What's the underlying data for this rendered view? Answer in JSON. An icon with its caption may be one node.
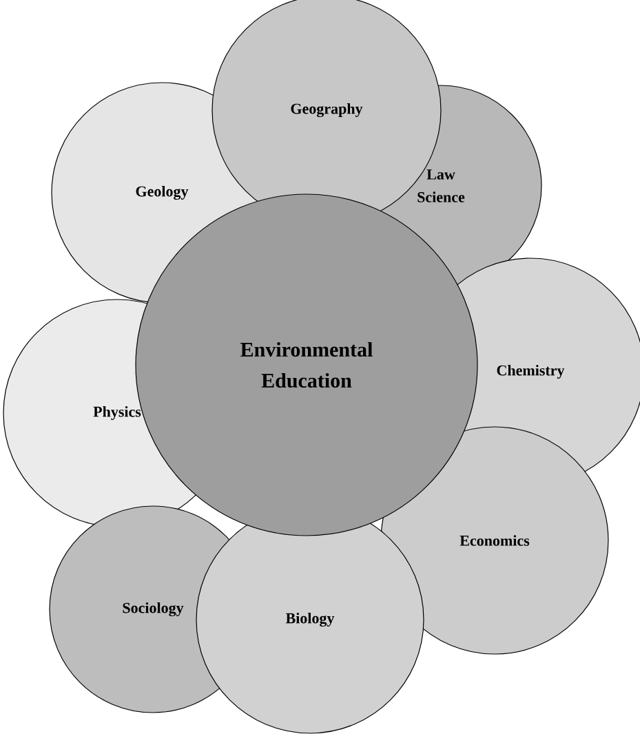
{
  "diagram": {
    "nodes": [
      {
        "text": [
          "Geography"
        ]
      },
      {
        "text": [
          "Geology"
        ]
      },
      {
        "text": [
          "Law Science"
        ]
      },
      {
        "text": [
          "Environmental Education"
        ]
      },
      {
        "text": [
          "Chemistry"
        ]
      },
      {
        "text": [
          "Physics"
        ]
      },
      {
        "text": [
          "Economics"
        ]
      },
      {
        "text": [
          "Sociology"
        ]
      },
      {
        "text": [
          "Biology"
        ]
      }
    ]
  }
}
